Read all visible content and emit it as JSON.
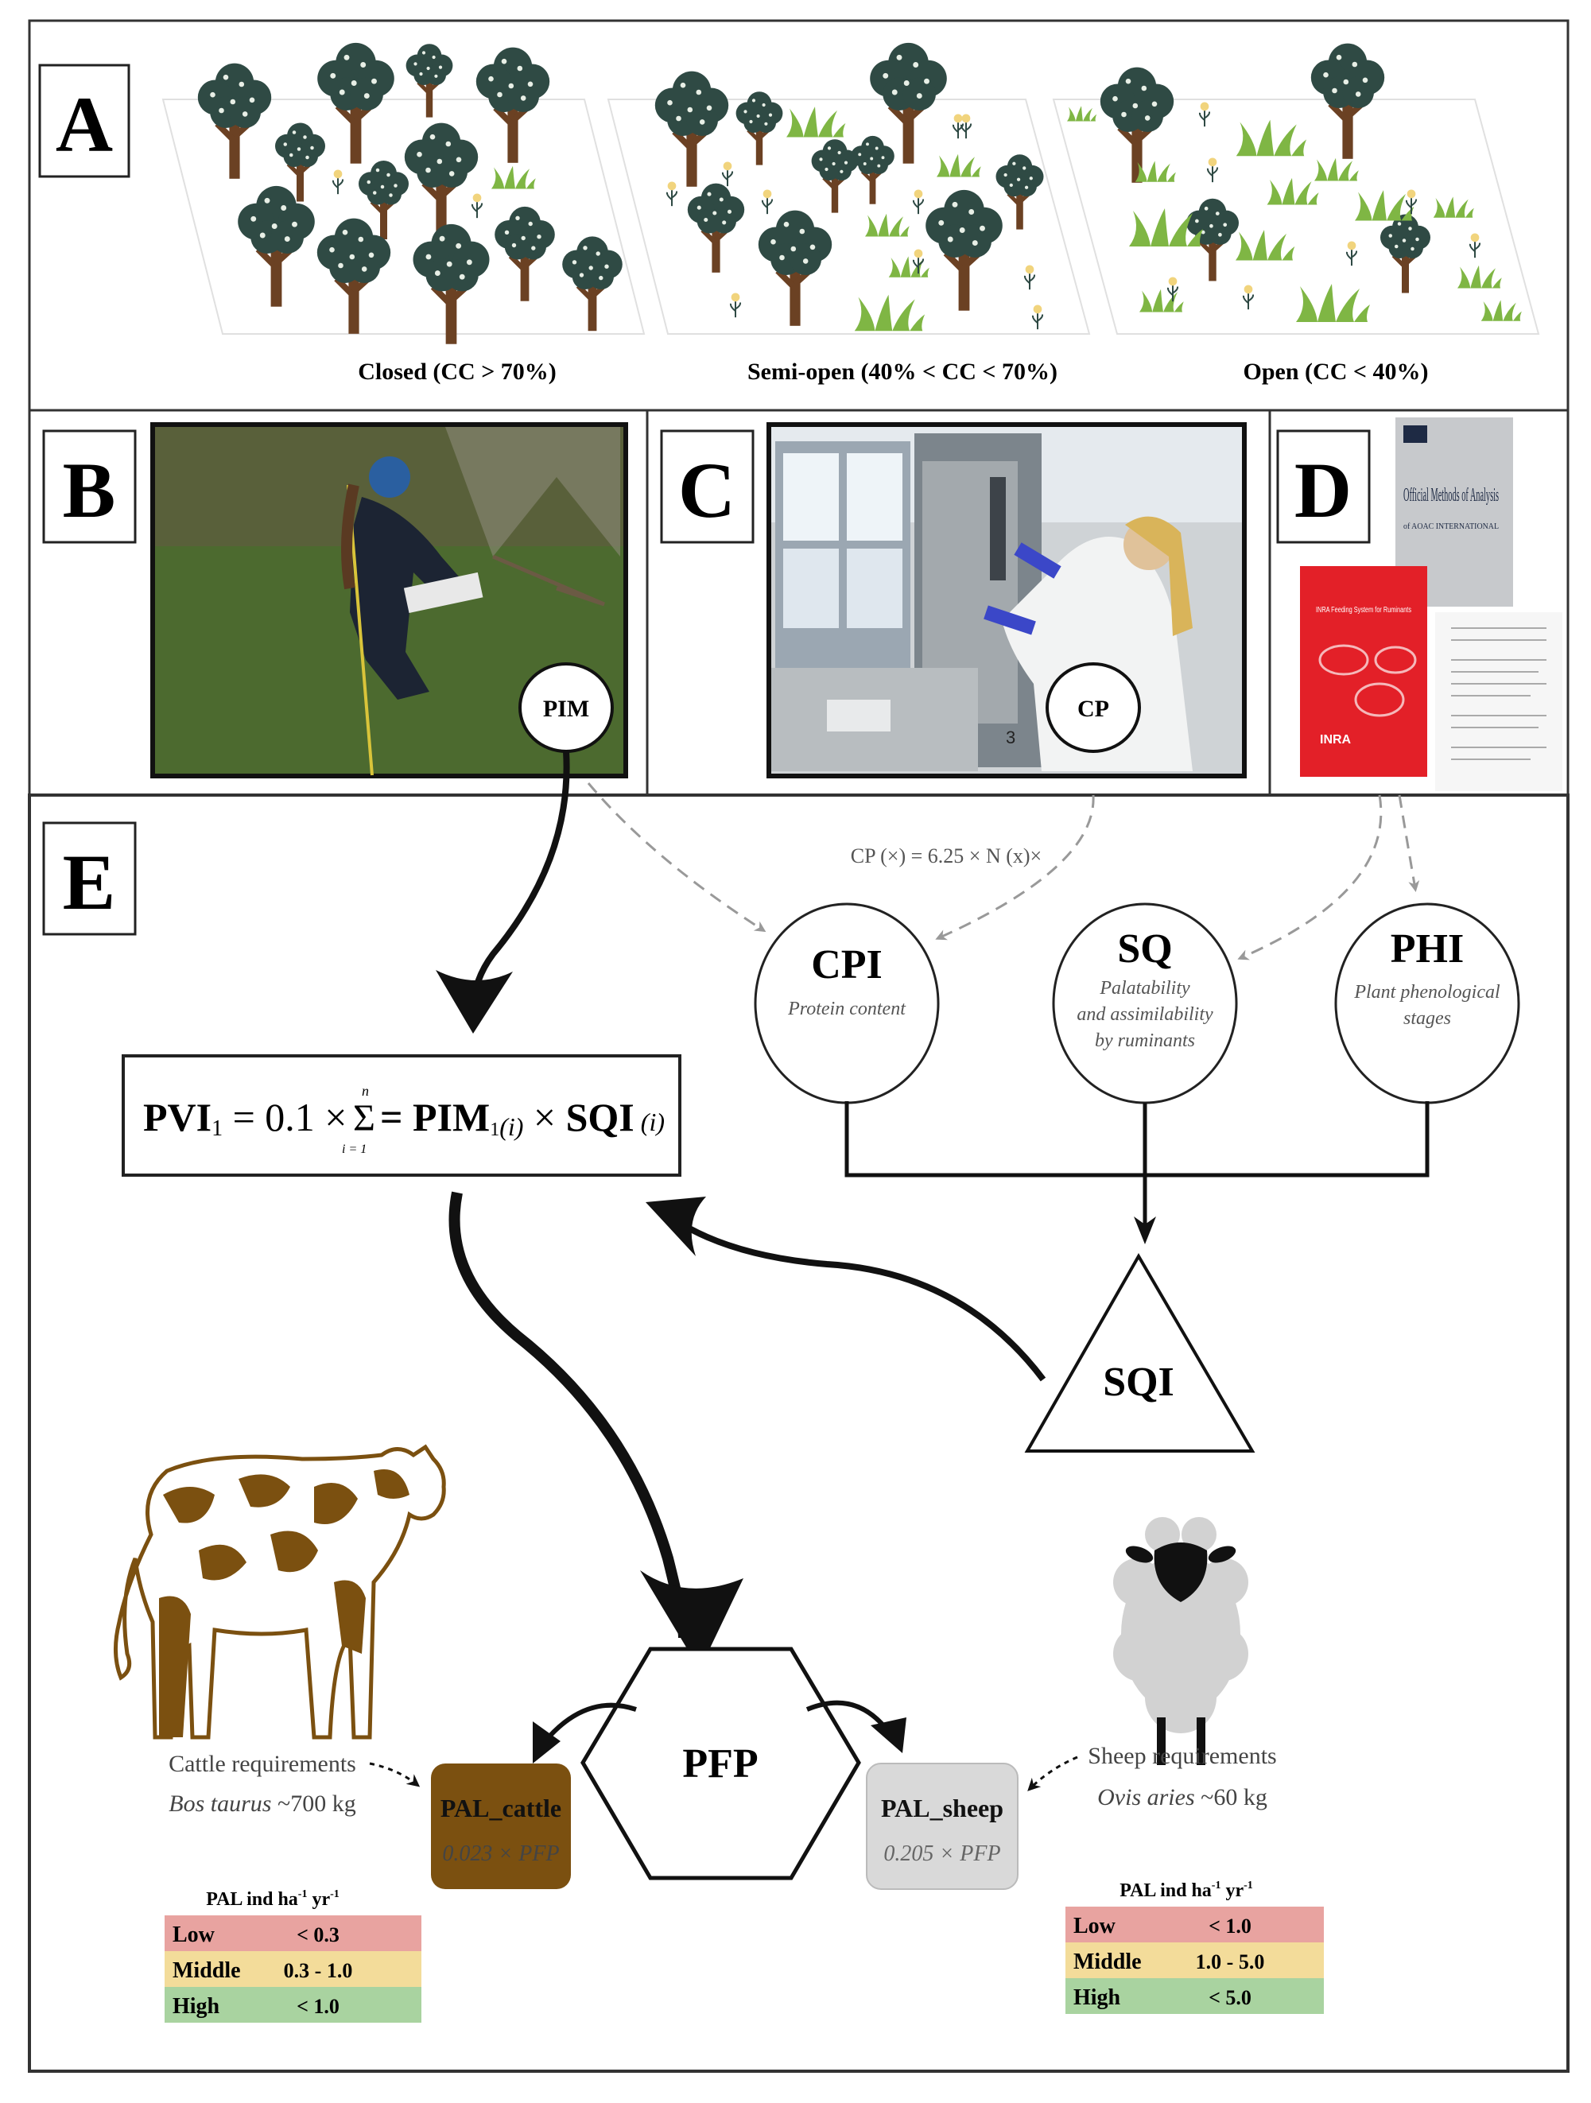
{
  "panels": {
    "a": {
      "letter": "A",
      "closed": "Closed (CC > 70%)",
      "semi": "Semi-open (40% < CC < 70%)",
      "open": "Open (CC < 40%)"
    },
    "b": {
      "letter": "B",
      "badge": "PIM"
    },
    "c": {
      "letter": "C",
      "badge": "CP"
    },
    "d": {
      "letter": "D",
      "book_title": "Official Methods of Analysis",
      "book_subtitle": "of AOAC INTERNATIONAL",
      "red_book_title": "INRA Feeding System for Ruminants",
      "red_book_logo": "INRA"
    },
    "e": {
      "letter": "E"
    }
  },
  "formula_cp": "CP (×) = 6.25 × N (x)×",
  "circles": {
    "cpi": {
      "title": "CPI",
      "desc": [
        "Protein content"
      ]
    },
    "sq": {
      "title": "SQ",
      "desc": [
        "Palatability",
        "and assimilability",
        "by ruminants"
      ]
    },
    "phi": {
      "title": "PHI",
      "desc": [
        "Plant phenological",
        "stages"
      ]
    }
  },
  "pvi": {
    "lhs": "PVI",
    "lhs_sub": "1",
    "eq1": " = 0.1 × ",
    "sum": "Σ",
    "sum_top": "n",
    "sum_bottom": "i = 1",
    "eq2": " = ",
    "pim": "PIM",
    "pim_sub": "1",
    "pim_idx": "(i)",
    "times": " × ",
    "sqi": "SQI",
    "sqi_idx": " (i)"
  },
  "sqi_label": "SQI",
  "pfp_label": "PFP",
  "cattle": {
    "req": "Cattle requirements",
    "species": "Bos taurus",
    "weight": " ~700 kg",
    "box_title": "PAL_cattle",
    "box_formula": "0.023 × PFP",
    "table_header": "PAL ind ha",
    "table_header_sup": "-1",
    "table_header_yr": " yr",
    "table_header_sup2": "-1",
    "rows": [
      {
        "level": "Low",
        "value": "<  0.3",
        "color": "#e8a3a0"
      },
      {
        "level": "Middle",
        "value": "0.3 - 1.0",
        "color": "#f3dc9a"
      },
      {
        "level": "High",
        "value": "< 1.0",
        "color": "#a9d3a0"
      }
    ]
  },
  "sheep": {
    "req": "Sheep requirements",
    "species": "Ovis aries",
    "weight": " ~60 kg",
    "box_title": "PAL_sheep",
    "box_formula": "0.205 × PFP",
    "table_header": "PAL ind ha",
    "table_header_sup": "-1",
    "table_header_yr": " yr",
    "table_header_sup2": "-1",
    "rows": [
      {
        "level": "Low",
        "value": "<  1.0",
        "color": "#e8a3a0"
      },
      {
        "level": "Middle",
        "value": "1.0 - 5.0",
        "color": "#f3dc9a"
      },
      {
        "level": "High",
        "value": "< 5.0",
        "color": "#a9d3a0"
      }
    ]
  },
  "colors": {
    "cattle_brown": "#7b5010",
    "sheep_grey": "#d9d9d9",
    "tree_foliage": "#2f4a44",
    "tree_trunk": "#6b4123",
    "grass": "#7fb644"
  }
}
